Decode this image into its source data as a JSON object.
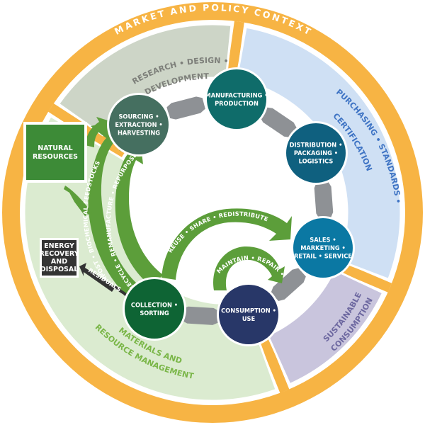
{
  "ring_title": "MARKET AND POLICY CONTEXT",
  "colors": {
    "ring": "#f7b444",
    "rd_sector": "#cdd5c7",
    "purchasing_sector": "#cfe0f4",
    "sustainable_sector": "#c9c5dd",
    "materials_sector": "#dbebd0",
    "connector": "#8e9195",
    "green_arrow": "#5c9e3a",
    "natural_resources": "#3d8b37",
    "energy_box": "#333333",
    "rd_text": "#7d7f7a",
    "purchasing_text": "#3f74c4",
    "sustainable_text": "#6d68a0",
    "materials_text": "#7ab648"
  },
  "sectors": {
    "rd": [
      "RESEARCH • DESIGN •",
      "DEVELOPMENT"
    ],
    "purchasing": [
      "PURCHASING • STANDARDS •",
      "CERTIFICATION"
    ],
    "sustainable": [
      "SUSTAINABLE",
      "CONSUMPTION"
    ],
    "materials": [
      "MATERIALS AND",
      "RESOURCE MANAGEMENT"
    ]
  },
  "nodes": [
    {
      "id": "sourcing",
      "lines": [
        "SOURCING •",
        "EXTRACTION •",
        "HARVESTING"
      ],
      "color": "#456f60"
    },
    {
      "id": "manufacturing",
      "lines": [
        "MANUFACTURING •",
        "PRODUCTION"
      ],
      "color": "#0f6c6a"
    },
    {
      "id": "distribution",
      "lines": [
        "DISTRIBUTION •",
        "PACKAGING •",
        "LOGISTICS"
      ],
      "color": "#0f607f"
    },
    {
      "id": "sales",
      "lines": [
        "SALES •",
        "MARKETING •",
        "RETAIL • SERVICE"
      ],
      "color": "#0b78a3"
    },
    {
      "id": "consumption",
      "lines": [
        "CONSUMPTION •",
        "USE"
      ],
      "color": "#283768"
    },
    {
      "id": "collection",
      "lines": [
        "COLLECTION •",
        "SORTING"
      ],
      "color": "#0e6434"
    }
  ],
  "boxes": {
    "natural_resources": [
      "NATURAL",
      "RESOURCES"
    ],
    "energy": [
      "ENERGY",
      "RECOVERY",
      "AND",
      "DISPOSAL"
    ]
  },
  "loops": {
    "compost": "COMPOST • BIOCHEMICAL FEEDSTOCKS",
    "recycle": "RECYCLE • REMANUFACTURE • REPURPOSE",
    "reuse": "REUSE • SHARE • REDISTRIBUTE",
    "maintain": "MAINTAIN • REPAIR • UPGRADE",
    "residuals": "RESIDUALS"
  }
}
